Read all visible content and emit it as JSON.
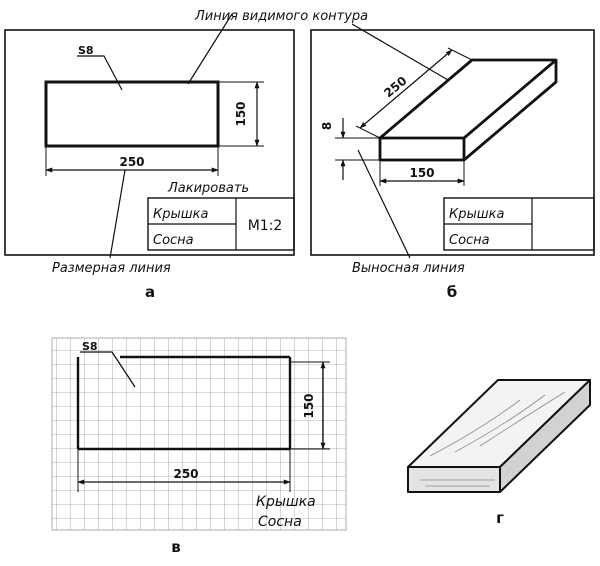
{
  "labels": {
    "visible_contour": "Линия видимого контура",
    "dimension_line": "Размерная линия",
    "extension_line": "Выносная линия"
  },
  "panel_a": {
    "caption": "а",
    "thickness": "S8",
    "width_dim": "250",
    "height_dim": "150",
    "note": "Лакировать",
    "title_name": "Крышка",
    "title_material": "Сосна",
    "title_scale": "М1:2"
  },
  "panel_b": {
    "caption": "б",
    "thickness_dim": "8",
    "length_dim": "250",
    "width_dim": "150",
    "title_name": "Крышка",
    "title_material": "Сосна"
  },
  "panel_v": {
    "caption": "в",
    "thickness": "S8",
    "width_dim": "250",
    "height_dim": "150",
    "name": "Крышка",
    "material": "Сосна"
  },
  "panel_g": {
    "caption": "г"
  }
}
